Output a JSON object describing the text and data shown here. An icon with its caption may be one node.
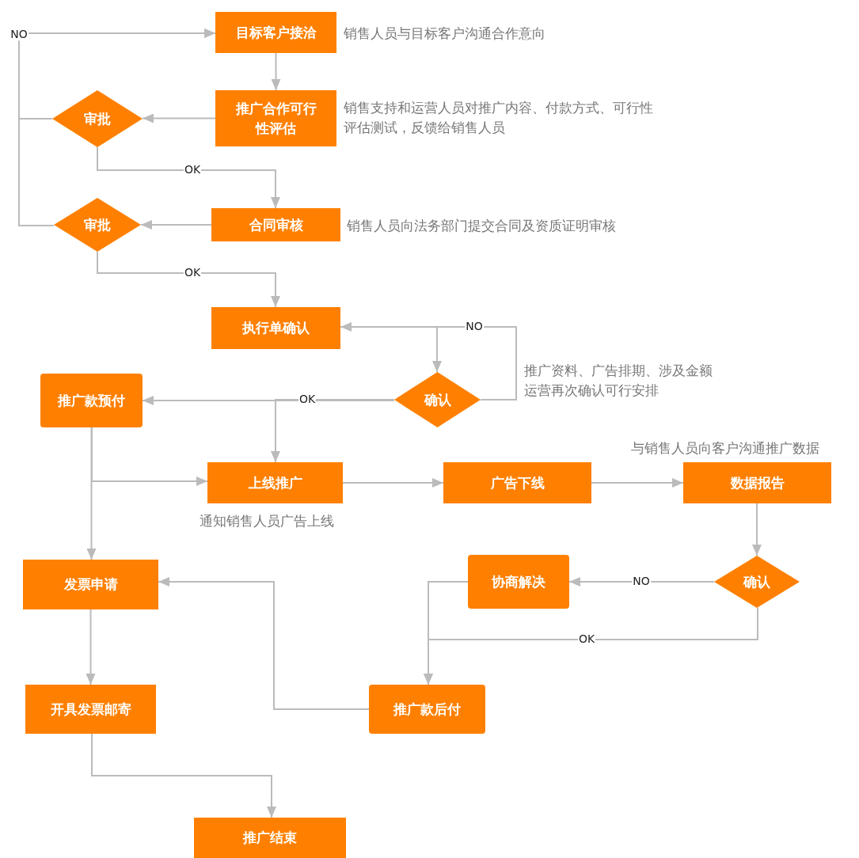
{
  "diagram": {
    "nodes": [
      {
        "text": [
          "目标客户接洽"
        ],
        "beside": [
          "销售人员与目标客户沟通合作意向"
        ]
      },
      {
        "text": [
          "推广合作可行性评估"
        ],
        "beside": [
          "销售支持和运营人员对推广内容、付款方式、可行性评估测试，反馈给销售人员"
        ]
      },
      {
        "text": [
          "审批"
        ]
      },
      {
        "text": [
          "合同审核"
        ],
        "beside": [
          "销售人员向法务部门提交合同及资质证明审核"
        ]
      },
      {
        "text": [
          "审批"
        ]
      },
      {
        "text": [
          "执行单确认"
        ]
      },
      {
        "text": [
          "确认"
        ],
        "beside": [
          "推广资料、广告排期、涉及金额运营再次确认可行安排"
        ]
      },
      {
        "text": [
          "推广款预付"
        ]
      },
      {
        "text": [
          "上线推广"
        ],
        "beside": [
          "通知销售人员广告上线"
        ]
      },
      {
        "text": [
          "广告下线"
        ]
      },
      {
        "text": [
          "数据报告"
        ],
        "beside": [
          "与销售人员向客户沟通推广数据"
        ]
      },
      {
        "text": [
          "确认"
        ]
      },
      {
        "text": [
          "协商解决"
        ]
      },
      {
        "text": [
          "发票申请"
        ]
      },
      {
        "text": [
          "推广款后付"
        ]
      },
      {
        "text": [
          "开具发票邮寄"
        ]
      },
      {
        "text": [
          "推广结束"
        ]
      }
    ],
    "edges": [
      {
        "from": 0,
        "to": 1,
        "arrow": "to"
      },
      {
        "from": 1,
        "to": 2,
        "arrow": "to"
      },
      {
        "from": 2,
        "to": 0,
        "arrow": "to",
        "label": "NO"
      },
      {
        "from": 4,
        "to": 0,
        "arrow": "to"
      },
      {
        "from": 2,
        "to": 3,
        "arrow": "to",
        "label": "OK"
      },
      {
        "from": 3,
        "to": 4,
        "arrow": "to"
      },
      {
        "from": 4,
        "to": 5,
        "arrow": "to",
        "label": "OK"
      },
      {
        "from": 5,
        "to": 6,
        "arrow": "to"
      },
      {
        "from": 6,
        "to": 5,
        "arrow": "to",
        "label": "NO"
      },
      {
        "from": 6,
        "to": 7,
        "arrow": "to",
        "label": "OK"
      },
      {
        "from": 6,
        "to": 8,
        "arrow": "to"
      },
      {
        "from": 7,
        "to": 8,
        "arrow": "to"
      },
      {
        "from": 7,
        "to": 13,
        "arrow": "to"
      },
      {
        "from": 8,
        "to": 9,
        "arrow": "to"
      },
      {
        "from": 9,
        "to": 10,
        "arrow": "to"
      },
      {
        "from": 10,
        "to": 11,
        "arrow": "to"
      },
      {
        "from": 11,
        "to": 12,
        "arrow": "to",
        "label": "NO"
      },
      {
        "from": 11,
        "to": 14,
        "arrow": "to",
        "label": "OK"
      },
      {
        "from": 12,
        "to": 14,
        "arrow": "to"
      },
      {
        "from": 14,
        "to": 13,
        "arrow": "to"
      },
      {
        "from": 13,
        "to": 15,
        "arrow": "to"
      },
      {
        "from": 15,
        "to": 16,
        "arrow": "to"
      }
    ]
  }
}
